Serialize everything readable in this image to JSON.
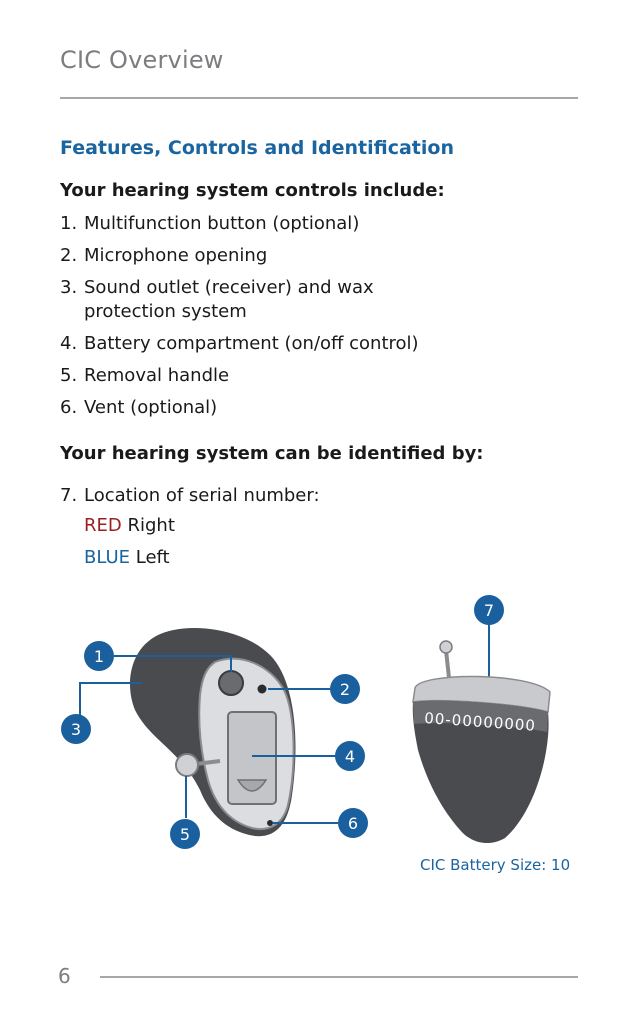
{
  "header": {
    "title": "CIC Overview"
  },
  "section": {
    "heading": "Features, Controls and Identification"
  },
  "controls": {
    "heading": "Your hearing system controls include:",
    "items": [
      {
        "num": "1.",
        "lines": [
          "Multifunction button (optional)"
        ]
      },
      {
        "num": "2.",
        "lines": [
          "Microphone opening"
        ]
      },
      {
        "num": "3.",
        "lines": [
          "Sound outlet (receiver) and wax",
          "protection system"
        ]
      },
      {
        "num": "4.",
        "lines": [
          "Battery compartment (on/off control)"
        ]
      },
      {
        "num": "5.",
        "lines": [
          "Removal handle"
        ]
      },
      {
        "num": "6.",
        "lines": [
          "Vent (optional)"
        ]
      }
    ]
  },
  "identification": {
    "heading": "Your hearing system can be identified by:",
    "item_num": "7.",
    "item_text": "Location of serial number:",
    "red_label": "RED",
    "red_text": " Right",
    "blue_label": "BLUE",
    "blue_text": " Left"
  },
  "illustration": {
    "callouts": [
      "1",
      "2",
      "3",
      "4",
      "5",
      "6",
      "7"
    ],
    "serial_number": "00-00000000",
    "battery_size": "CIC Battery Size: 10"
  },
  "footer": {
    "page_number": "6"
  },
  "colors": {
    "accent_blue": "#1a64a0",
    "callout_blue": "#1a5f9e",
    "red": "#9c1f1f",
    "rule_gray": "#a5a7aa",
    "shell_dark": "#4a4b4e",
    "faceplate_light": "#dcdde0"
  }
}
